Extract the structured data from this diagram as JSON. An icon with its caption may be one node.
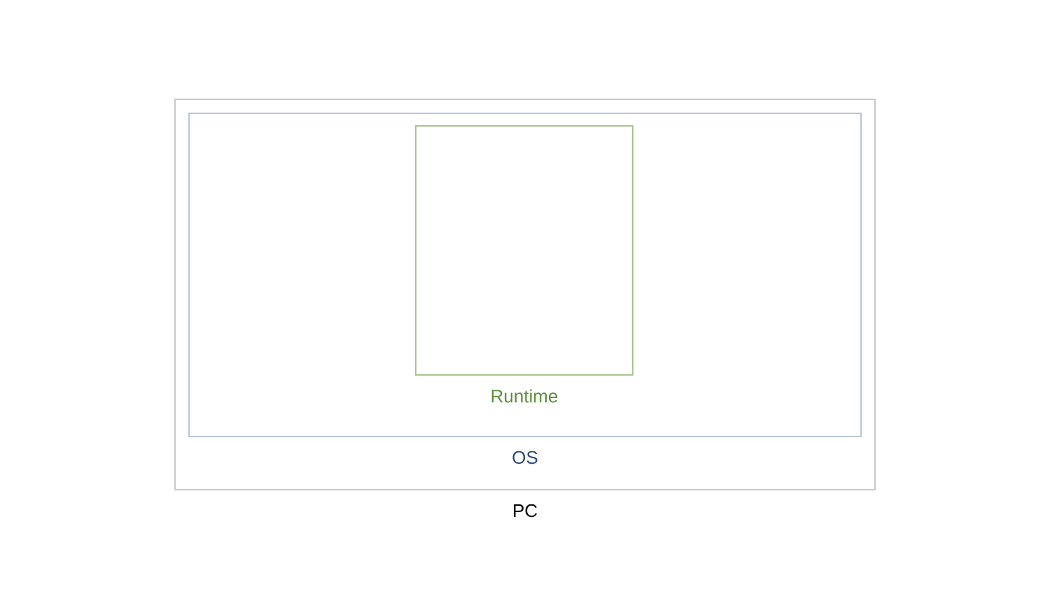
{
  "diagram": {
    "nodes": [
      {
        "text": [
          "PC"
        ]
      },
      {
        "text": [
          "OS"
        ],
        "in": 0
      },
      {
        "text": [
          "Runtime"
        ],
        "in": 1
      }
    ]
  }
}
